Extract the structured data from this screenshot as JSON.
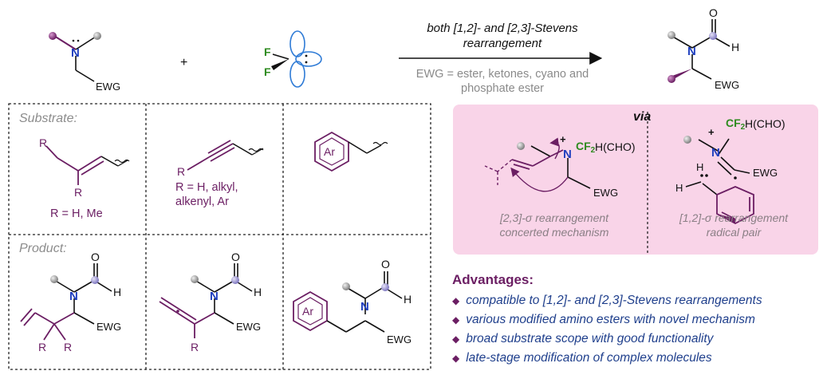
{
  "reaction": {
    "plus": "+",
    "reagent_f1": "F",
    "reagent_f2": "F",
    "amine_group": "EWG",
    "amine_n": "N",
    "product_n": "N",
    "product_o": "O",
    "product_h": "H",
    "product_group": "EWG",
    "arrow_above": "both [1,2]- and [2,3]-Stevens rearrangement",
    "arrow_below": "EWG = ester, ketones, cyano and phosphate ester"
  },
  "substrate_box": {
    "label": "Substrate:",
    "items": [
      {
        "r_label": "R",
        "note": "R = H, Me"
      },
      {
        "r_label": "R",
        "note": "R = H, alkyl, alkenyl, Ar"
      },
      {
        "ring_label": "Ar"
      }
    ]
  },
  "product_box": {
    "label": "Product:",
    "n": "N",
    "o": "O",
    "h": "H",
    "ewg": "EWG",
    "r": "R",
    "ar": "Ar"
  },
  "mechanism": {
    "via": "via",
    "left_caption_1": "[2,3]-σ rearrangement",
    "left_caption_2": "concerted mechanism",
    "right_caption_1": "[1,2]-σ rearrangement",
    "right_caption_2": "radical pair",
    "cf2_tail": "H(CHO)",
    "ewg": "EWG",
    "n": "N",
    "plus": "+",
    "h": "H"
  },
  "advantages": {
    "title": "Advantages:",
    "items": [
      "compatible to [1,2]- and [2,3]-Stevens rearrangements",
      "various modified amino esters with novel mechanism",
      "broad substrate scope with good functionality",
      "late-stage modification of complex molecules"
    ]
  },
  "colors": {
    "purple": "#6b1e63",
    "blue": "#1f3fbf",
    "green": "#2e8b1f",
    "grey_ball": "#9a9a9a",
    "lavender_ball": "#9b93cf",
    "pink_panel": "#f9d4e8",
    "orbital": "#2f7bd6"
  }
}
